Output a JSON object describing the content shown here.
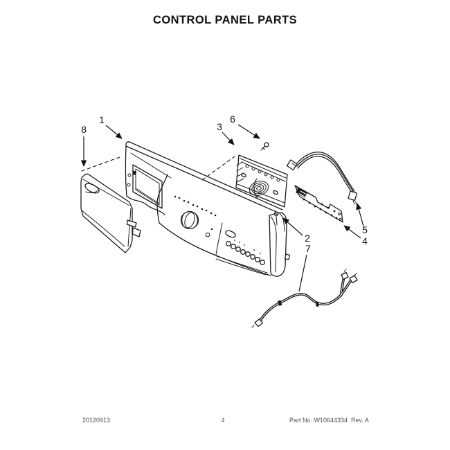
{
  "title": "CONTROL PANEL PARTS",
  "callouts": [
    {
      "label": "1"
    },
    {
      "label": "2"
    },
    {
      "label": "3"
    },
    {
      "label": "4"
    },
    {
      "label": "5"
    },
    {
      "label": "6"
    },
    {
      "label": "7"
    },
    {
      "label": "8"
    }
  ],
  "footer": {
    "date": "20120913",
    "page_number": "4",
    "part_number": "Part No. W10644334  Rev. A"
  },
  "colors": {
    "line": "#1a1a1a",
    "background": "#ffffff",
    "footer_text": "#4f4f4f"
  }
}
